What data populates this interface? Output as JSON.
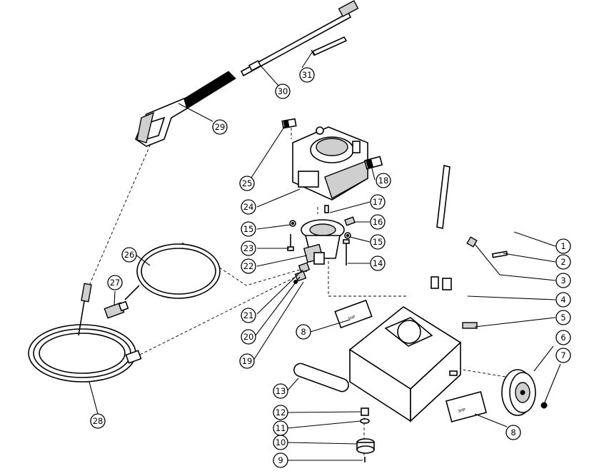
{
  "callouts": [
    {
      "id": "1"
    },
    {
      "id": "2"
    },
    {
      "id": "3"
    },
    {
      "id": "4"
    },
    {
      "id": "5"
    },
    {
      "id": "6"
    },
    {
      "id": "7"
    },
    {
      "id": "8"
    },
    {
      "id": "8"
    },
    {
      "id": "9"
    },
    {
      "id": "10"
    },
    {
      "id": "11"
    },
    {
      "id": "12"
    },
    {
      "id": "13"
    },
    {
      "id": "14"
    },
    {
      "id": "15"
    },
    {
      "id": "15"
    },
    {
      "id": "16"
    },
    {
      "id": "17"
    },
    {
      "id": "18"
    },
    {
      "id": "19"
    },
    {
      "id": "20"
    },
    {
      "id": "21"
    },
    {
      "id": "22"
    },
    {
      "id": "23"
    },
    {
      "id": "24"
    },
    {
      "id": "25"
    },
    {
      "id": "26"
    },
    {
      "id": "27"
    },
    {
      "id": "28"
    },
    {
      "id": "29"
    },
    {
      "id": "30"
    },
    {
      "id": "31"
    }
  ],
  "decals": {
    "frame_decal": "3HP",
    "tank_decal": "3HP",
    "handle_decal": ""
  }
}
